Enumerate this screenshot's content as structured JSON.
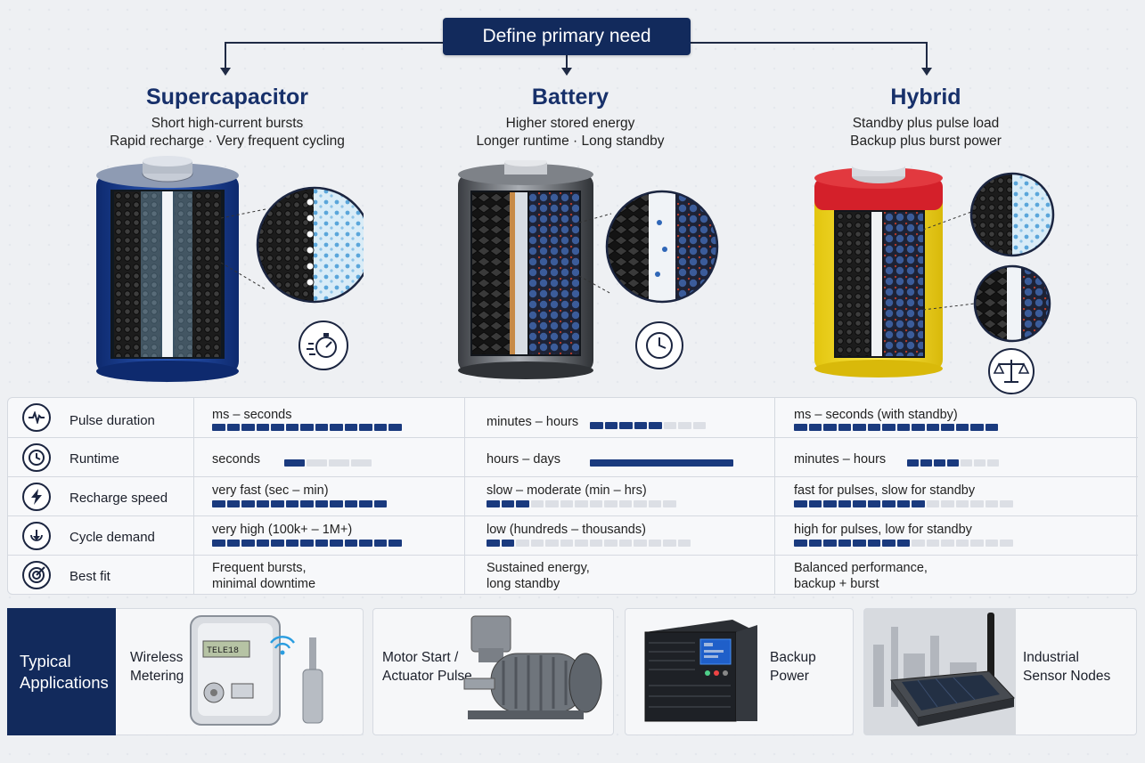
{
  "header": {
    "title": "Define primary need"
  },
  "columns": [
    {
      "title": "Supercapacitor",
      "line1": "Short high-current bursts",
      "line2": "Rapid recharge · Very frequent cycling",
      "badge_icon": "stopwatch-icon"
    },
    {
      "title": "Battery",
      "line1": "Higher stored energy",
      "line2": "Longer runtime · Long standby",
      "badge_icon": "clock-icon"
    },
    {
      "title": "Hybrid",
      "line1": "Standby plus pulse load",
      "line2": "Backup plus burst power",
      "badge_icon": "balance-scale-icon"
    }
  ],
  "table": {
    "rows": [
      {
        "label": "Pulse duration",
        "icon": "pulse-icon",
        "cells": [
          {
            "text": "ms – seconds",
            "level": 1.0
          },
          {
            "text": "minutes – hours",
            "level": 0.6
          },
          {
            "text": "ms – seconds (with standby)",
            "level": 1.0
          }
        ]
      },
      {
        "label": "Runtime",
        "icon": "clock-icon",
        "cells": [
          {
            "text": "seconds",
            "level": 0.25
          },
          {
            "text": "hours – days",
            "level": 1.0
          },
          {
            "text": "minutes – hours",
            "level": 0.57
          }
        ]
      },
      {
        "label": "Recharge speed",
        "icon": "lightning-icon",
        "cells": [
          {
            "text": "very fast (sec – min)",
            "level": 1.0
          },
          {
            "text": "slow – moderate (min – hrs)",
            "level": 0.23
          },
          {
            "text": "fast for pulses, slow for standby",
            "level": 0.6
          }
        ]
      },
      {
        "label": "Cycle demand",
        "icon": "cycle-icon",
        "cells": [
          {
            "text": "very high (100k+ – 1M+)",
            "level": 1.0
          },
          {
            "text": "low (hundreds – thousands)",
            "level": 0.14
          },
          {
            "text": "high for pulses, low for standby",
            "level": 0.56
          }
        ]
      },
      {
        "label": "Best fit",
        "icon": "target-icon",
        "cells": [
          {
            "text": "Frequent bursts,",
            "text2": "minimal downtime"
          },
          {
            "text": "Sustained energy,",
            "text2": "long standby"
          },
          {
            "text": "Balanced performance,",
            "text2": "backup + burst"
          }
        ]
      }
    ]
  },
  "applications": {
    "label_line1": "Typical",
    "label_line2": "Applications",
    "items": [
      {
        "line1": "Wireless",
        "line2": "Metering",
        "icon": "smart-meter-icon",
        "meter_readout": "TELE18"
      },
      {
        "line1": "Motor Start /",
        "line2": "Actuator Pulse",
        "icon": "electric-motor-icon"
      },
      {
        "line1": "Backup",
        "line2": "Power",
        "icon": "backup-power-unit-icon"
      },
      {
        "line1": "Industrial",
        "line2": "Sensor Nodes",
        "icon": "sensor-node-icon"
      }
    ]
  },
  "colors": {
    "navy": "#122a5c",
    "bar_on": "#1a3a7e",
    "bar_off": "#dcdfe5",
    "supercap_shell": "#1b3d8f",
    "hybrid_top": "#d4202a",
    "hybrid_body": "#f2d81a"
  }
}
